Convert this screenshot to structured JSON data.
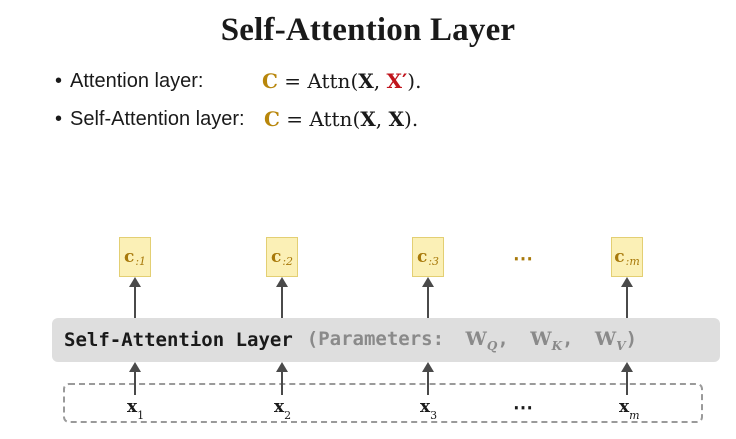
{
  "title": "Self-Attention Layer",
  "bullets": [
    {
      "label": "Attention layer:",
      "lhs": "C",
      "eq": " = Attn(",
      "arg1": "X",
      "sep": ", ",
      "arg2": "X′",
      "end": ")."
    },
    {
      "label": "Self-Attention layer:",
      "lhs": "C",
      "eq": " = Attn(",
      "arg1": "X",
      "sep": ", ",
      "arg2": "X",
      "end": ")."
    }
  ],
  "outputs": [
    {
      "symbol": "c",
      "sub": ":1"
    },
    {
      "symbol": "c",
      "sub": ":2"
    },
    {
      "symbol": "c",
      "sub": ":3"
    },
    {
      "symbol": "c",
      "sub": ":m"
    }
  ],
  "output_ellipsis": "⋯",
  "layer": {
    "name": "Self-Attention Layer",
    "params_open": "(Parameters:",
    "weights": [
      {
        "symbol": "W",
        "sub": "Q",
        "after": ","
      },
      {
        "symbol": "W",
        "sub": "K",
        "after": ","
      },
      {
        "symbol": "W",
        "sub": "V",
        "after": ")"
      }
    ]
  },
  "inputs": [
    {
      "symbol": "x",
      "sub": "1"
    },
    {
      "symbol": "x",
      "sub": "2"
    },
    {
      "symbol": "x",
      "sub": "3"
    },
    {
      "symbol": "x",
      "sub": "m"
    }
  ],
  "input_ellipsis": "⋯",
  "colors": {
    "output_box_fill": "#fbf0b6",
    "output_text": "#a8790a",
    "highlight_gold": "#b8860b",
    "highlight_red": "#c0141c",
    "layer_fill": "#dedede"
  }
}
